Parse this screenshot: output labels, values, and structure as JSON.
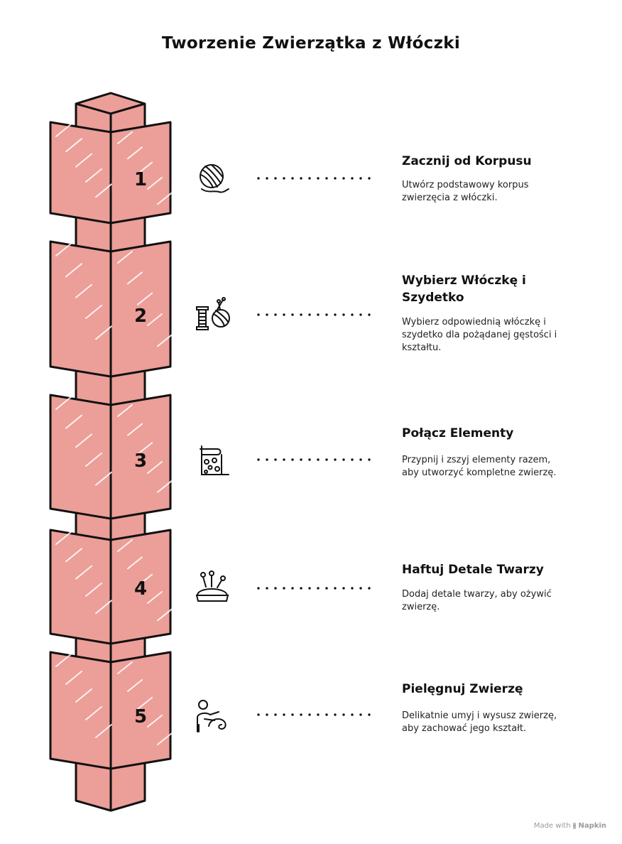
{
  "title": "Tworzenie Zwierzątka z Włóczki",
  "colors": {
    "block": "#ec9e98",
    "outline": "#111111",
    "highlight": "#ffffff"
  },
  "steps": [
    {
      "number": "1",
      "title": "Zacznij od Korpusu",
      "description": "Utwórz podstawowy korpus zwierzęcia z włóczki.",
      "icon": "yarn-ball-icon"
    },
    {
      "number": "2",
      "title": "Wybierz Włóczkę i Szydetko",
      "description": "Wybierz odpowiednią włóczkę i szydetko dla pożądanej gęstości i kształtu.",
      "icon": "thread-spool-and-yarn-icon"
    },
    {
      "number": "3",
      "title": "Połącz Elementy",
      "description": "Przypnij i zszyj elementy razem, aby utworzyć kompletne zwierzę.",
      "icon": "fabric-roll-icon"
    },
    {
      "number": "4",
      "title": "Haftuj Detale Twarzy",
      "description": "Dodaj detale twarzy, aby ożywić zwierzę.",
      "icon": "pincushion-icon"
    },
    {
      "number": "5",
      "title": "Pielęgnuj Zwierzę",
      "description": "Delikatnie umyj i wysusz zwierzę, aby zachować jego kształt.",
      "icon": "person-washing-icon"
    }
  ],
  "footer": {
    "prefix": "Made with",
    "brand": "Napkin"
  }
}
